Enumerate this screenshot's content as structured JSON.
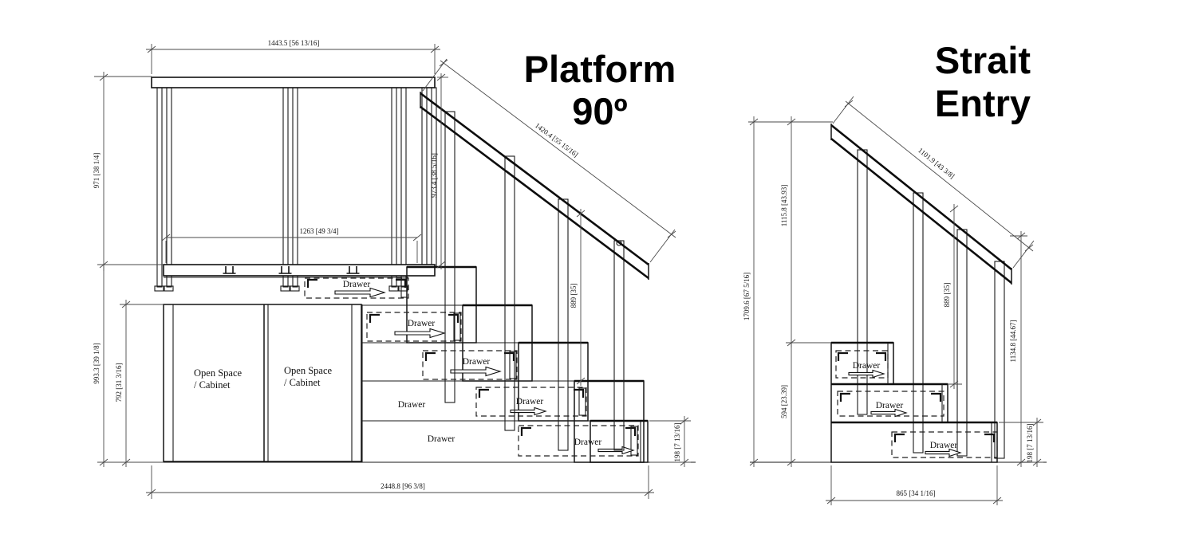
{
  "labels": {
    "drawer": "Drawer"
  },
  "colors": {
    "ink": "#111111",
    "dim_line": "#4a4a4a",
    "background": "#ffffff"
  },
  "left": {
    "title_line1": "Platform",
    "title_line2": "90º",
    "cabinet_label_line1": "Open Space",
    "cabinet_label_line2": "/ Cabinet",
    "dims": {
      "platform_width": "1443.5 [56 13/16]",
      "left_upper_height": "971 [38 1/4]",
      "left_lower_height": "993.3 [39 1/8]",
      "cabinet_height": "792 [31 3/16]",
      "inner_width": "1263 [49 3/4]",
      "post_height": "973.4 [38 5/16]",
      "rail_length": "1420.4 [55 15/16]",
      "rail_to_step_height": "889 [35]",
      "bottom_step_height": "198 [7 13/16]",
      "total_width": "2448.8 [96 3/8]"
    }
  },
  "right": {
    "title_line1": "Strait",
    "title_line2": "Entry",
    "dims": {
      "total_height": "1709.6 [67 5/16]",
      "upper_height": "1115.8 [43.93]",
      "lower_height": "594 [23.39]",
      "rail_length": "1101.9 [43 3/8]",
      "rail_to_step_height": "889 [35]",
      "right_height": "1134.8 [44.67]",
      "bottom_step_height": "198 [7 13/16]",
      "total_width": "865 [34 1/16]"
    }
  }
}
